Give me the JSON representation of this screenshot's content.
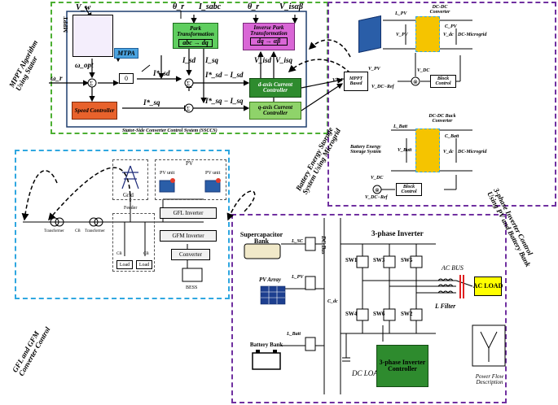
{
  "mppt_stator": {
    "frame_title": "Stator-Side Converter Control System (SSCCS)",
    "mppt_label": "MPPT",
    "vw": "V_w",
    "theta_r_left": "θ_r",
    "isabc": "I_sabc",
    "theta_r_right": "θ_r",
    "visab": "V_isαβ",
    "park_title": "Park Transformation",
    "park_eq": "abc → dq",
    "invpark_title": "Inverse Park Transformation",
    "invpark_eq": "dq → αβ",
    "mtpa": "MTPA",
    "zero": "0",
    "omega_opt": "ω_opt",
    "omega_r": "ω_r",
    "speed_ctrl": "Speed Controller",
    "isd": "I_sd",
    "isq": "I_sq",
    "visd": "V_isd",
    "visq": "V_isq",
    "isd_ref": "I*_sd",
    "isq_ref": "I*_sq",
    "err_d": "I*_sd − I_sd",
    "err_q": "I*_sq − I_sq",
    "d_ctrl": "d-axis Current Controller",
    "q_ctrl": "q-axis Current Controller",
    "annot": "MPPT Algorithm Using Stator"
  },
  "dc_microgrid": {
    "pv_dcdc_title": "DC-DC Converter",
    "lpv": "L_PV",
    "vpv1": "V_PV",
    "cpv": "C_PV",
    "vdc1": "V_dc",
    "microgrid1": "DC-Microgrid",
    "vpv_ref": "V*_PV",
    "vpv2": "V_PV",
    "mppt_block": "MPPT Based",
    "vdc_ref_label": "V_DC−Ref",
    "vdc_top": "V_DC",
    "block_ctrl1": "Block Control",
    "buck_title": "DC-DC Buck Converter",
    "lbatt": "L_Batt",
    "vbatt": "V_Batt",
    "cbatt": "C_Batt",
    "vdc2": "V_dc",
    "microgrid2": "DC-Microgrid",
    "bess_label": "Battery Energy Storage System",
    "vdc3": "V_DC",
    "vdc_ref2": "V_DC−Ref",
    "block_ctrl2": "Block Control",
    "annot": "Battery Energy Storage System Using Microgrid"
  },
  "grid_section": {
    "grid": "Grid",
    "pv": "PV",
    "pv_unit1": "PV unit",
    "pv_unit2": "PV unit",
    "feeder": "Feeder",
    "transformer1": "Transformer",
    "cb1": "CB",
    "transformer2": "Transformer",
    "cb2": "CB",
    "cb3": "CB",
    "load1": "Load",
    "load2": "Load",
    "gfl_inverter": "GFL Inverter",
    "gfm_inverter": "GFM Inverter",
    "converter": "Converter",
    "bess": "BESS",
    "annot": "GFL and GFM Converter Control"
  },
  "inverter_section": {
    "supercap": "Supercapacitor Bank",
    "lsc": "L_SC",
    "pv_array": "PV Array",
    "lpv": "L_PV",
    "dc_bus": "DC Bus",
    "cdc": "C_dc",
    "battery_bank": "Battery Bank",
    "lbatt": "L_Batt",
    "dc_load": "DC LOAD",
    "inv_title": "3-phase Inverter",
    "sw1": "SW1",
    "sw3": "SW3",
    "sw5": "SW5",
    "sw4": "SW4",
    "sw6": "SW6",
    "sw2": "SW2",
    "ac_bus": "AC BUS",
    "ac_load": "AC LOAD",
    "l_filter": "L Filter",
    "inv_ctrl": "3-phase Inverter Controller",
    "power_flow": "Power Flow Description",
    "annot": "3-phase Inverter Control Using PV and Battery Bank"
  },
  "colors": {
    "green_frame": "#4caf32",
    "purple_frame": "#7030a0",
    "cyan_frame": "#2fa7e0",
    "park_green": "#5fce5f",
    "invpark_pink": "#d966d6",
    "dark_green": "#2e8b2e",
    "light_green": "#8fd36a",
    "speed_orange": "#e8622c",
    "mtpa_blue": "#4aa3e0",
    "ac_load_yellow": "#ffff00",
    "converter_yellow": "#f5c400",
    "mppt_purple": "#8c6bd1"
  }
}
